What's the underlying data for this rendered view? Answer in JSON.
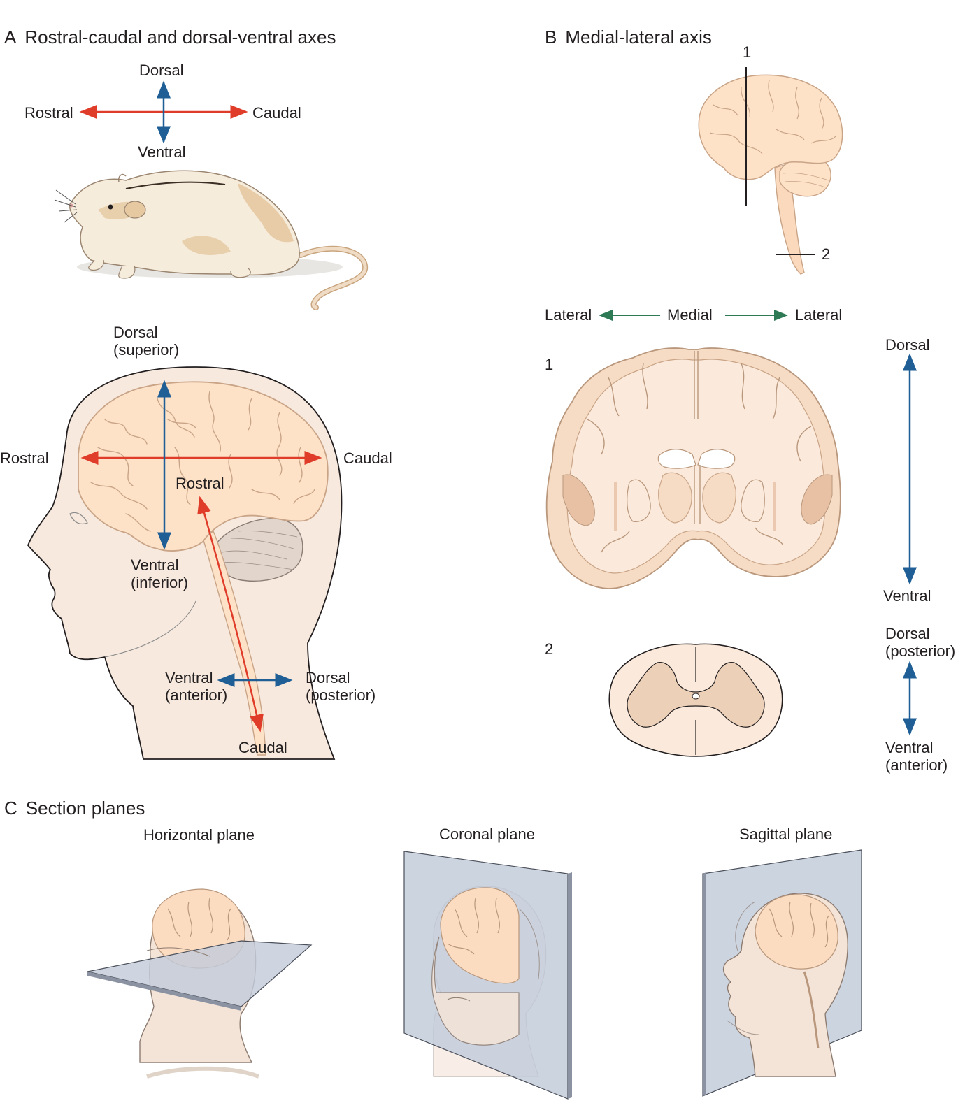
{
  "colors": {
    "rostral_caudal_arrow": "#e03c2a",
    "dorsal_ventral_arrow": "#1f5f96",
    "medial_lateral_arrow": "#2e7a55",
    "brain_fill": "#fde2c8",
    "brain_outline": "#c9a487",
    "head_fill": "#f7e9de",
    "plane_fill": "#c3ccdb",
    "rat_fill": "#f6ecdc",
    "rat_patch": "#e6c9a1",
    "spinal_gray_matter": "#edd0b8"
  },
  "panelA": {
    "letter": "A",
    "title": "Rostral-caudal and dorsal-ventral axes",
    "rat_axes": {
      "dorsal": "Dorsal",
      "ventral": "Ventral",
      "rostral": "Rostral",
      "caudal": "Caudal"
    },
    "human_axes": {
      "dorsal_top": "Dorsal\n(superior)",
      "ventral_mid": "Ventral\n(inferior)",
      "rostral_left": "Rostral",
      "caudal_right": "Caudal",
      "rostral_brainstem": "Rostral",
      "caudal_spinal": "Caudal",
      "ventral_anterior": "Ventral\n(anterior)",
      "dorsal_posterior": "Dorsal\n(posterior)"
    }
  },
  "panelB": {
    "letter": "B",
    "title": "Medial-lateral axis",
    "section_markers": {
      "one": "1",
      "two": "2"
    },
    "medial_lateral": {
      "lateral_left": "Lateral",
      "medial": "Medial",
      "lateral_right": "Lateral"
    },
    "section1_label": "1",
    "section2_label": "2",
    "brain_axis": {
      "dorsal": "Dorsal",
      "ventral": "Ventral"
    },
    "cord_axis": {
      "dorsal": "Dorsal\n(posterior)",
      "ventral": "Ventral\n(anterior)"
    }
  },
  "panelC": {
    "letter": "C",
    "title": "Section planes",
    "planes": [
      "Horizontal plane",
      "Coronal plane",
      "Sagittal plane"
    ]
  }
}
